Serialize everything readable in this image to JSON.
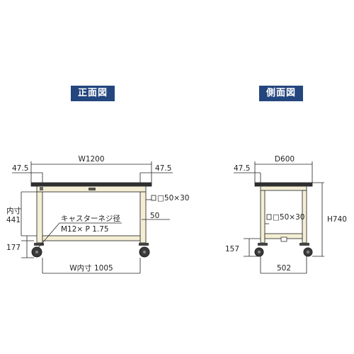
{
  "views": {
    "front_title": "正面図",
    "side_title": "側面図"
  },
  "front": {
    "width": "W1200",
    "offset_left": "47.5",
    "offset_right": "47.5",
    "inner_label": "内寸",
    "inner_height": "441",
    "lower_height": "177",
    "pipe_size": "□50×30",
    "pipe_offset": "50",
    "caster_label": "キャスターネジ径",
    "caster_thread": "M12× P 1.75",
    "inner_width": "W内寸 1005"
  },
  "side": {
    "depth": "D600",
    "offset_left": "47.5",
    "pipe_size": "□50×30",
    "height": "H740",
    "lower_height": "157",
    "inner_depth": "502"
  },
  "colors": {
    "badge": "#24467f",
    "frame": "#f4efd4",
    "top": "#2f2f2f"
  }
}
